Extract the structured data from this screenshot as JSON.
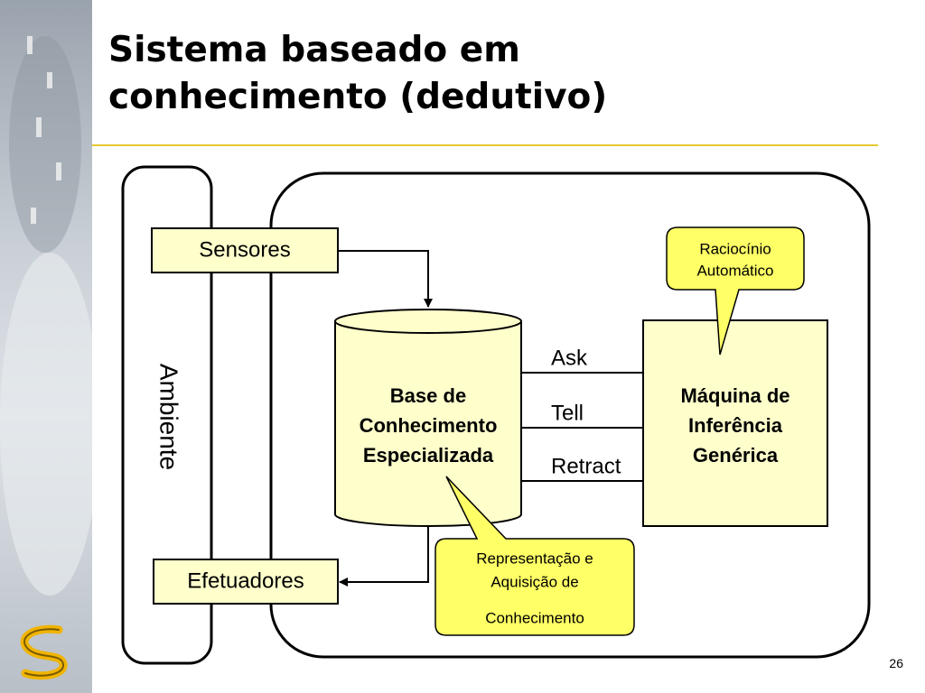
{
  "slide": {
    "title_line1": "Sistema baseado em",
    "title_line2": "conhecimento (dedutivo)",
    "page_number": "26"
  },
  "diagram": {
    "environment_label": "Ambiente",
    "sensors_label": "Sensores",
    "effectors_label": "Efetuadores",
    "knowledge_base": [
      "Base de",
      "Conhecimento",
      "Especializada"
    ],
    "inference_engine": [
      "Máquina de",
      "Inferência",
      "Genérica"
    ],
    "operations": [
      "Ask",
      "Tell",
      "Retract"
    ],
    "callout_reasoning": [
      "Raciocínio",
      "Automático"
    ],
    "callout_representation": [
      "Representação e",
      "Aquisição de",
      "Conhecimento"
    ]
  },
  "colors": {
    "box_fill": "#ffffcc",
    "callout_fill": "#ffff66",
    "title_rule": "#e8c832"
  }
}
